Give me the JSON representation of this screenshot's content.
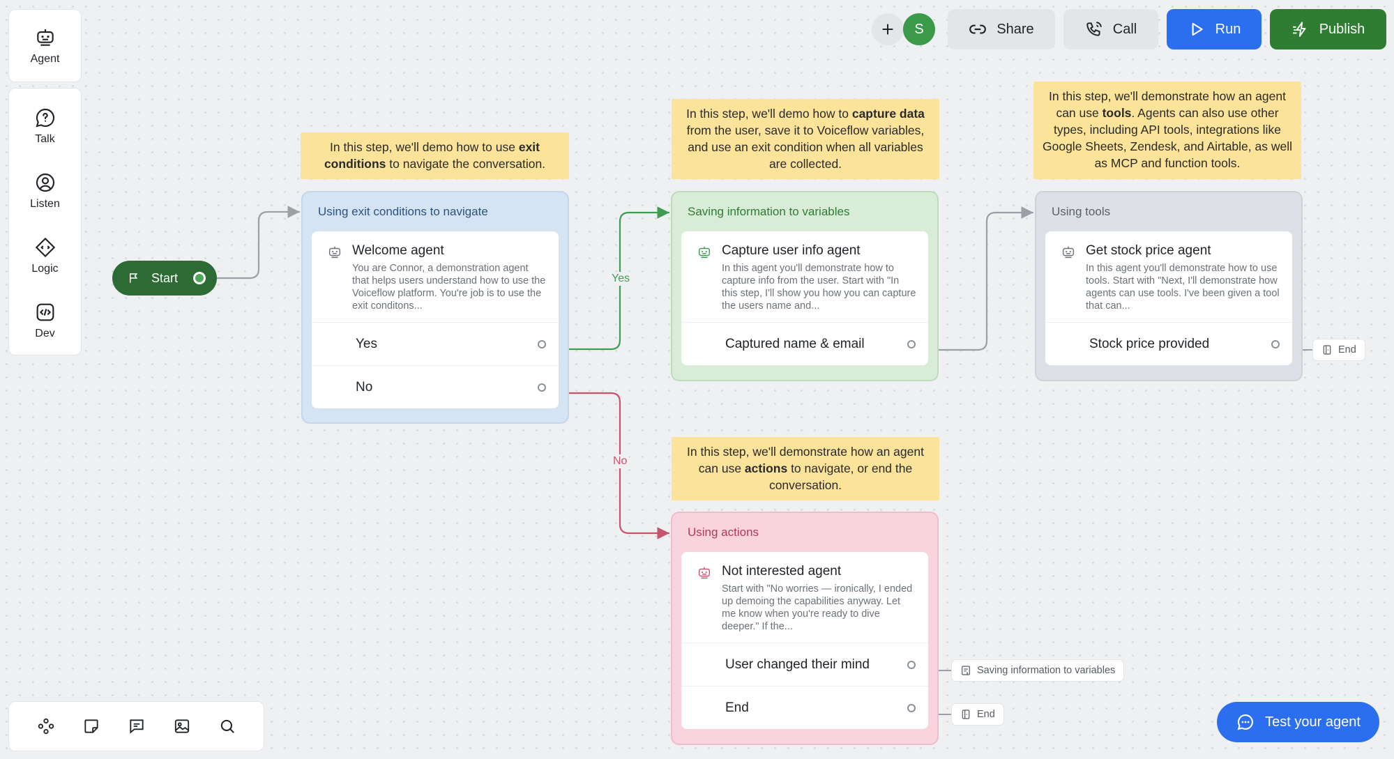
{
  "sidebar": {
    "agent_label": "Agent",
    "items": [
      {
        "label": "Talk",
        "icon": "talk-icon"
      },
      {
        "label": "Listen",
        "icon": "listen-icon"
      },
      {
        "label": "Logic",
        "icon": "logic-icon"
      },
      {
        "label": "Dev",
        "icon": "dev-icon"
      }
    ]
  },
  "toolbar": {
    "avatar_letter": "S",
    "share_label": "Share",
    "call_label": "Call",
    "run_label": "Run",
    "publish_label": "Publish"
  },
  "colors": {
    "run": "#2b6ff0",
    "publish": "#2e7d32",
    "yes_link": "#3f9c52",
    "no_link": "#c9536e",
    "note": "#fbe39a"
  },
  "start": {
    "label": "Start"
  },
  "notes": {
    "exit": {
      "pre": "In this step, we'll demo how to use ",
      "bold": "exit conditions",
      "post": " to navigate the conversation."
    },
    "capture": {
      "pre": "In this step, we'll demo how to ",
      "bold": "capture data",
      "post": " from the user, save it to Voiceflow variables, and use an exit condition when all variables are collected."
    },
    "tools": {
      "pre": "In this step, we'll demonstrate how an agent can use ",
      "bold": "tools",
      "post": ". Agents can also use other types, including API tools, integrations like Google Sheets, Zendesk, and Airtable, as well as MCP and function tools."
    },
    "actions": {
      "pre": "In this step, we'll demonstrate how an agent can use ",
      "bold": "actions",
      "post": " to navigate, or end the conversation."
    }
  },
  "blocks": {
    "exit": {
      "title": "Using exit conditions to navigate",
      "agent_name": "Welcome agent",
      "agent_desc": "You are Connor, a demonstration agent that helps users understand how to use the Voiceflow platform. You're job is to use the exit conditons...",
      "ports": [
        "Yes",
        "No"
      ]
    },
    "capture": {
      "title": "Saving information to variables",
      "agent_name": "Capture user info agent",
      "agent_desc": "In this agent you'll demonstrate how to capture info from the user. Start with \"In this step, I'll show you how you can capture the users name and...",
      "ports": [
        "Captured name & email"
      ]
    },
    "tools": {
      "title": "Using tools",
      "agent_name": "Get stock price agent",
      "agent_desc": "In this agent you'll demonstrate how to use tools. Start with \"Next, I'll demonstrate how agents can use tools. I've been given a tool that can...",
      "ports": [
        "Stock price provided"
      ]
    },
    "actions": {
      "title": "Using actions",
      "agent_name": "Not interested agent",
      "agent_desc": "Start with \"No worries — ironically, I ended up demoing the capabilities anyway. Let me know when you're ready to dive deeper.\" If the...",
      "ports": [
        "User changed their mind",
        "End"
      ]
    }
  },
  "connections": {
    "yes_label": "Yes",
    "no_label": "No"
  },
  "chips": {
    "tools_end": "End",
    "actions_link": "Saving information to variables",
    "actions_end": "End"
  },
  "test_button": "Test your agent"
}
